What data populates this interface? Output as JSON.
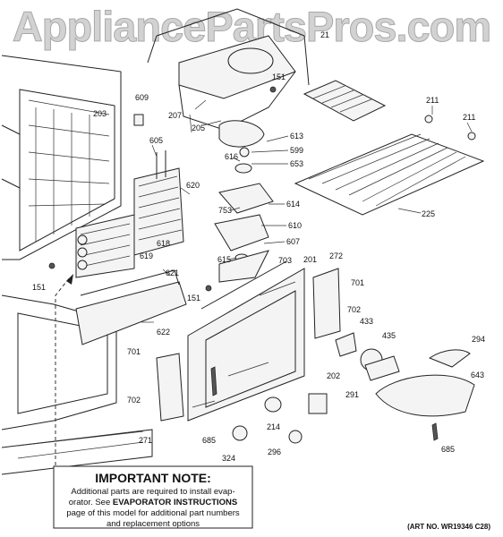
{
  "watermark": "AppliancePartsPros.com",
  "callouts": [
    {
      "id": "c203",
      "label": "203"
    },
    {
      "id": "c609",
      "label": "609"
    },
    {
      "id": "c207",
      "label": "207"
    },
    {
      "id": "c205",
      "label": "205"
    },
    {
      "id": "c151a",
      "label": "151"
    },
    {
      "id": "c211a",
      "label": "211"
    },
    {
      "id": "c211b",
      "label": "211"
    },
    {
      "id": "c605",
      "label": "605"
    },
    {
      "id": "c613",
      "label": "613"
    },
    {
      "id": "c599",
      "label": "599"
    },
    {
      "id": "c653",
      "label": "653"
    },
    {
      "id": "c616",
      "label": "616"
    },
    {
      "id": "c620",
      "label": "620"
    },
    {
      "id": "c753",
      "label": "753"
    },
    {
      "id": "c614",
      "label": "614"
    },
    {
      "id": "c225",
      "label": "225"
    },
    {
      "id": "c610",
      "label": "610"
    },
    {
      "id": "c607",
      "label": "607"
    },
    {
      "id": "c618",
      "label": "618"
    },
    {
      "id": "c619",
      "label": "619"
    },
    {
      "id": "c621",
      "label": "621"
    },
    {
      "id": "c615",
      "label": "615"
    },
    {
      "id": "c703",
      "label": "703"
    },
    {
      "id": "c201",
      "label": "201"
    },
    {
      "id": "c272",
      "label": "272"
    },
    {
      "id": "c701a",
      "label": "701"
    },
    {
      "id": "c151b",
      "label": "151"
    },
    {
      "id": "c151c",
      "label": "151"
    },
    {
      "id": "c702a",
      "label": "702"
    },
    {
      "id": "c433",
      "label": "433"
    },
    {
      "id": "c435",
      "label": "435"
    },
    {
      "id": "c294",
      "label": "294"
    },
    {
      "id": "c622",
      "label": "622"
    },
    {
      "id": "c701b",
      "label": "701"
    },
    {
      "id": "c643",
      "label": "643"
    },
    {
      "id": "c202",
      "label": "202"
    },
    {
      "id": "c291",
      "label": "291"
    },
    {
      "id": "c702b",
      "label": "702"
    },
    {
      "id": "c214",
      "label": "214"
    },
    {
      "id": "c271",
      "label": "271"
    },
    {
      "id": "c685a",
      "label": "685"
    },
    {
      "id": "c296",
      "label": "296"
    },
    {
      "id": "c685b",
      "label": "685"
    },
    {
      "id": "c324",
      "label": "324"
    },
    {
      "id": "c21",
      "label": "21"
    }
  ],
  "note": {
    "title": "IMPORTANT NOTE:",
    "line1": "Additional parts are required to install evap-",
    "line2_pre": "orator.  See ",
    "line2_bold": "EVAPORATOR INSTRUCTIONS",
    "line3": "page of this model for additional part numbers",
    "line4": "and replacement options"
  },
  "art_number": "(ART NO. WR19346 C28)"
}
